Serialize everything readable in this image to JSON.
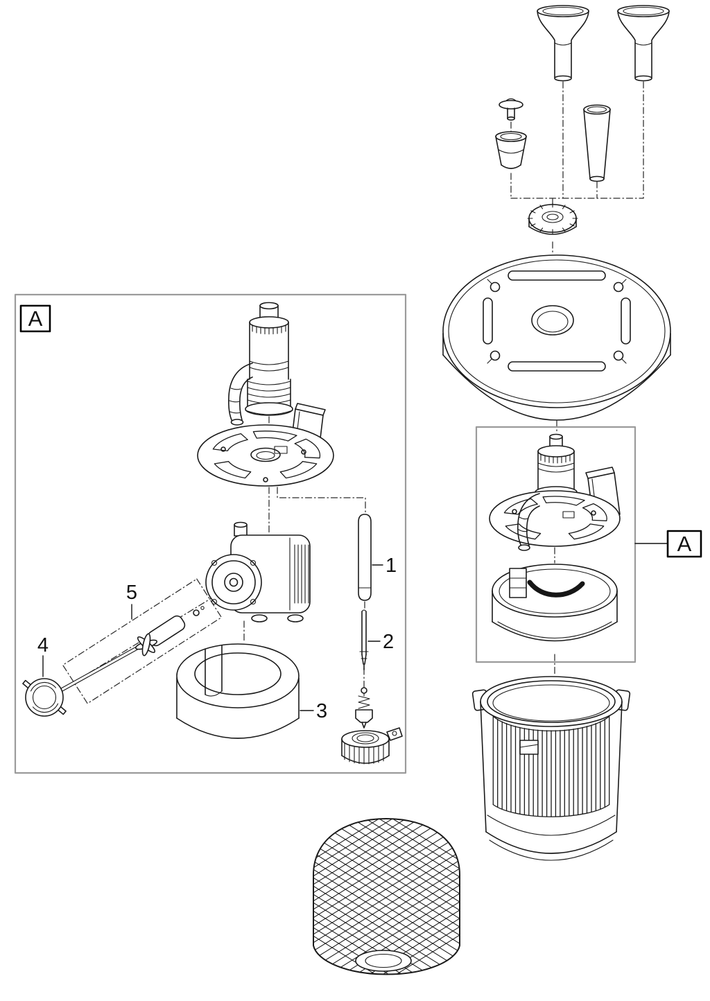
{
  "diagram": {
    "detail_box": {
      "label": "A"
    },
    "reference_label": {
      "label": "A"
    },
    "parts": [
      {
        "number": "1"
      },
      {
        "number": "2"
      },
      {
        "number": "3"
      },
      {
        "number": "4"
      },
      {
        "number": "5"
      }
    ],
    "colors": {
      "line": "#1a1a1a",
      "frame": "#9b9b9b",
      "background": "#ffffff"
    }
  }
}
